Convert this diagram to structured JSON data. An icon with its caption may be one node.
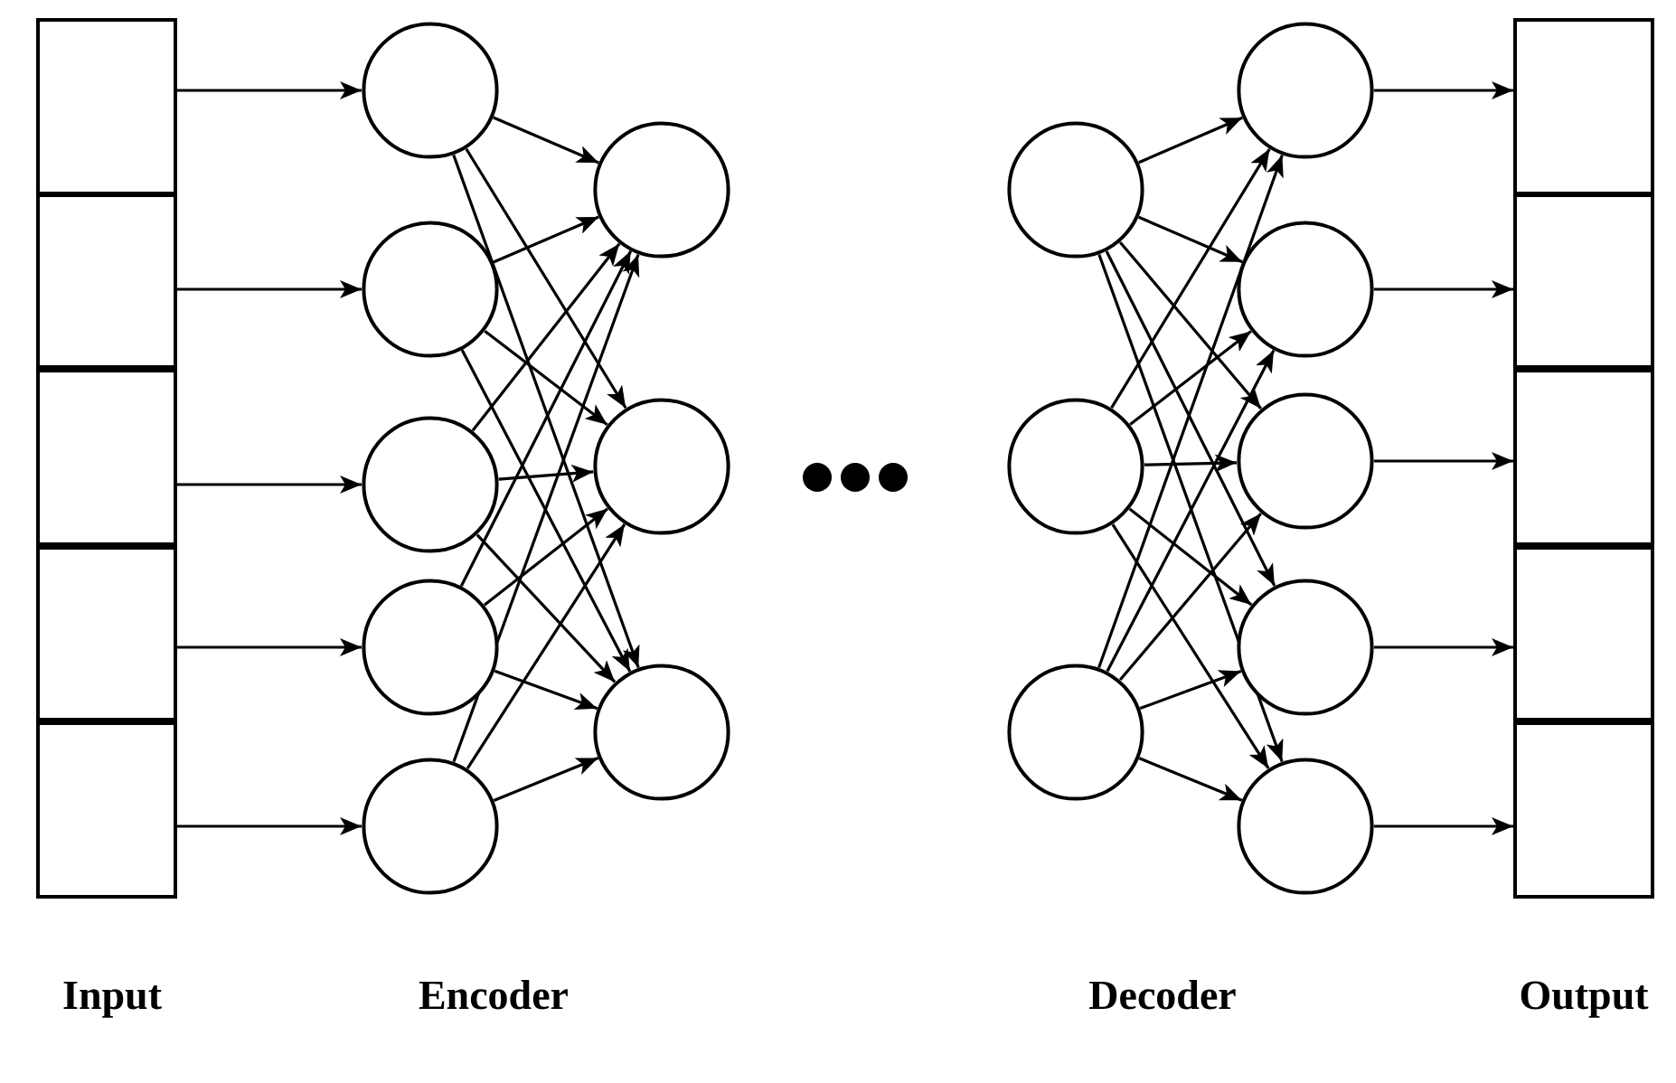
{
  "diagram": {
    "nodes": [
      {
        "text": [],
        "shape": "box"
      },
      {
        "text": [],
        "shape": "box"
      },
      {
        "text": [],
        "shape": "box"
      },
      {
        "text": [],
        "shape": "box"
      },
      {
        "text": [],
        "shape": "box"
      },
      {
        "text": [],
        "shape": "circle"
      },
      {
        "text": [],
        "shape": "circle"
      },
      {
        "text": [],
        "shape": "circle"
      },
      {
        "text": [],
        "shape": "circle"
      },
      {
        "text": [],
        "shape": "circle"
      },
      {
        "text": [],
        "shape": "circle"
      },
      {
        "text": [],
        "shape": "circle"
      },
      {
        "text": [],
        "shape": "circle"
      },
      {
        "text": [],
        "shape": "circle"
      },
      {
        "text": [],
        "shape": "circle"
      },
      {
        "text": [],
        "shape": "circle"
      },
      {
        "text": [],
        "shape": "circle"
      },
      {
        "text": [],
        "shape": "circle"
      },
      {
        "text": [],
        "shape": "circle"
      },
      {
        "text": [],
        "shape": "circle"
      },
      {
        "text": [],
        "shape": "circle"
      },
      {
        "text": [],
        "shape": "box"
      },
      {
        "text": [],
        "shape": "box"
      },
      {
        "text": [],
        "shape": "box"
      },
      {
        "text": [],
        "shape": "box"
      },
      {
        "text": [],
        "shape": "box"
      }
    ],
    "edges": [
      {
        "from": 0,
        "to": 5,
        "arrow": "to"
      },
      {
        "from": 1,
        "to": 6,
        "arrow": "to"
      },
      {
        "from": 2,
        "to": 7,
        "arrow": "to"
      },
      {
        "from": 3,
        "to": 8,
        "arrow": "to"
      },
      {
        "from": 4,
        "to": 9,
        "arrow": "to"
      },
      {
        "from": 5,
        "to": 10,
        "arrow": "to"
      },
      {
        "from": 5,
        "to": 11,
        "arrow": "to"
      },
      {
        "from": 5,
        "to": 12,
        "arrow": "to"
      },
      {
        "from": 6,
        "to": 10,
        "arrow": "to"
      },
      {
        "from": 6,
        "to": 11,
        "arrow": "to"
      },
      {
        "from": 6,
        "to": 12,
        "arrow": "to"
      },
      {
        "from": 7,
        "to": 10,
        "arrow": "to"
      },
      {
        "from": 7,
        "to": 11,
        "arrow": "to"
      },
      {
        "from": 7,
        "to": 12,
        "arrow": "to"
      },
      {
        "from": 8,
        "to": 10,
        "arrow": "to"
      },
      {
        "from": 8,
        "to": 11,
        "arrow": "to"
      },
      {
        "from": 8,
        "to": 12,
        "arrow": "to"
      },
      {
        "from": 9,
        "to": 10,
        "arrow": "to"
      },
      {
        "from": 9,
        "to": 11,
        "arrow": "to"
      },
      {
        "from": 9,
        "to": 12,
        "arrow": "to"
      },
      {
        "from": 13,
        "to": 16,
        "arrow": "to"
      },
      {
        "from": 13,
        "to": 17,
        "arrow": "to"
      },
      {
        "from": 13,
        "to": 18,
        "arrow": "to"
      },
      {
        "from": 13,
        "to": 19,
        "arrow": "to"
      },
      {
        "from": 13,
        "to": 20,
        "arrow": "to"
      },
      {
        "from": 14,
        "to": 16,
        "arrow": "to"
      },
      {
        "from": 14,
        "to": 17,
        "arrow": "to"
      },
      {
        "from": 14,
        "to": 18,
        "arrow": "to"
      },
      {
        "from": 14,
        "to": 19,
        "arrow": "to"
      },
      {
        "from": 14,
        "to": 20,
        "arrow": "to"
      },
      {
        "from": 15,
        "to": 16,
        "arrow": "to"
      },
      {
        "from": 15,
        "to": 17,
        "arrow": "to"
      },
      {
        "from": 15,
        "to": 18,
        "arrow": "to"
      },
      {
        "from": 15,
        "to": 19,
        "arrow": "to"
      },
      {
        "from": 15,
        "to": 20,
        "arrow": "to"
      },
      {
        "from": 16,
        "to": 21,
        "arrow": "to"
      },
      {
        "from": 17,
        "to": 22,
        "arrow": "to"
      },
      {
        "from": 18,
        "to": 23,
        "arrow": "to"
      },
      {
        "from": 19,
        "to": 24,
        "arrow": "to"
      },
      {
        "from": 20,
        "to": 25,
        "arrow": "to"
      }
    ],
    "labels": [
      "Input",
      "Encoder",
      "Decoder",
      "Output"
    ]
  }
}
